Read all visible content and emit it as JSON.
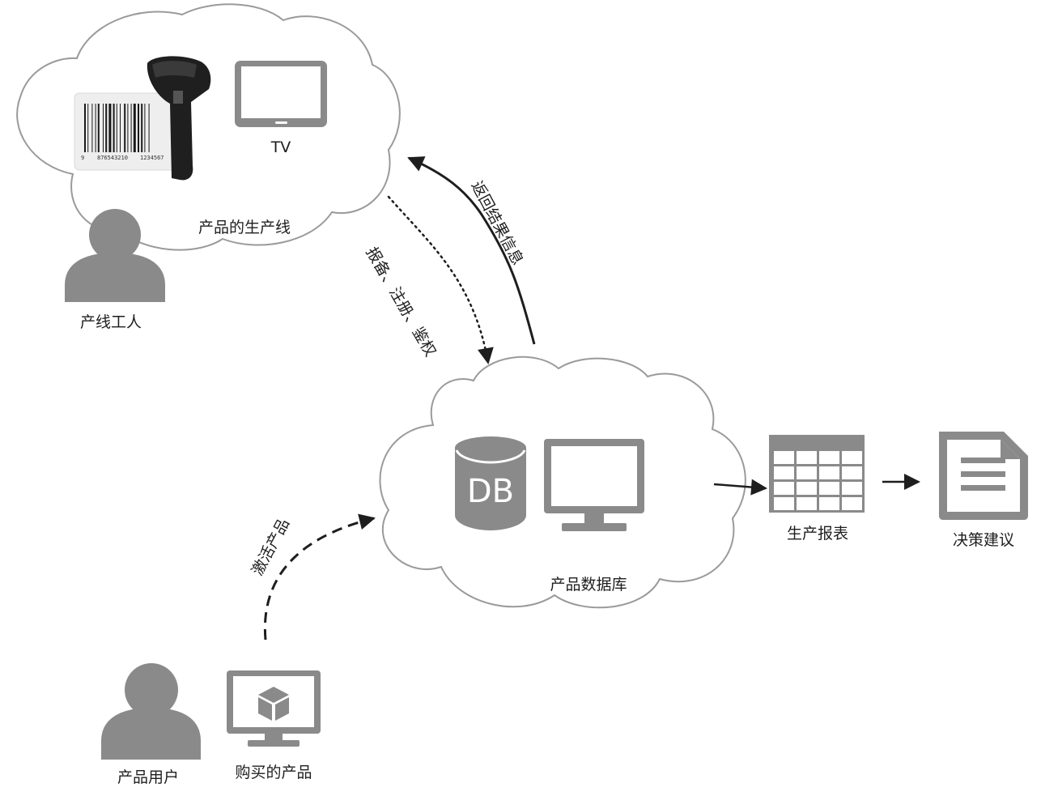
{
  "nodes": {
    "tv": {
      "label": "TV"
    },
    "production_line": {
      "label": "产品的生产线"
    },
    "line_worker": {
      "label": "产线工人"
    },
    "database_cloud": {
      "label": "产品数据库"
    },
    "db_icon": {
      "label": "DB"
    },
    "production_report": {
      "label": "生产报表"
    },
    "decision_advice": {
      "label": "决策建议"
    },
    "product_user": {
      "label": "产品用户"
    },
    "purchased_product": {
      "label": "购买的产品"
    }
  },
  "barcode": {
    "digits_left": "9",
    "digits_mid": "876543210",
    "digits_right": "1234567"
  },
  "edges": {
    "return_result": {
      "label": "返回结果信息"
    },
    "register": {
      "label": "报备、注册、鉴权"
    },
    "activate": {
      "label": "激活产品"
    }
  },
  "colors": {
    "icon_grey": "#8a8a8a",
    "cloud_stroke": "#9a9a9a",
    "line": "#1e1e1e"
  }
}
